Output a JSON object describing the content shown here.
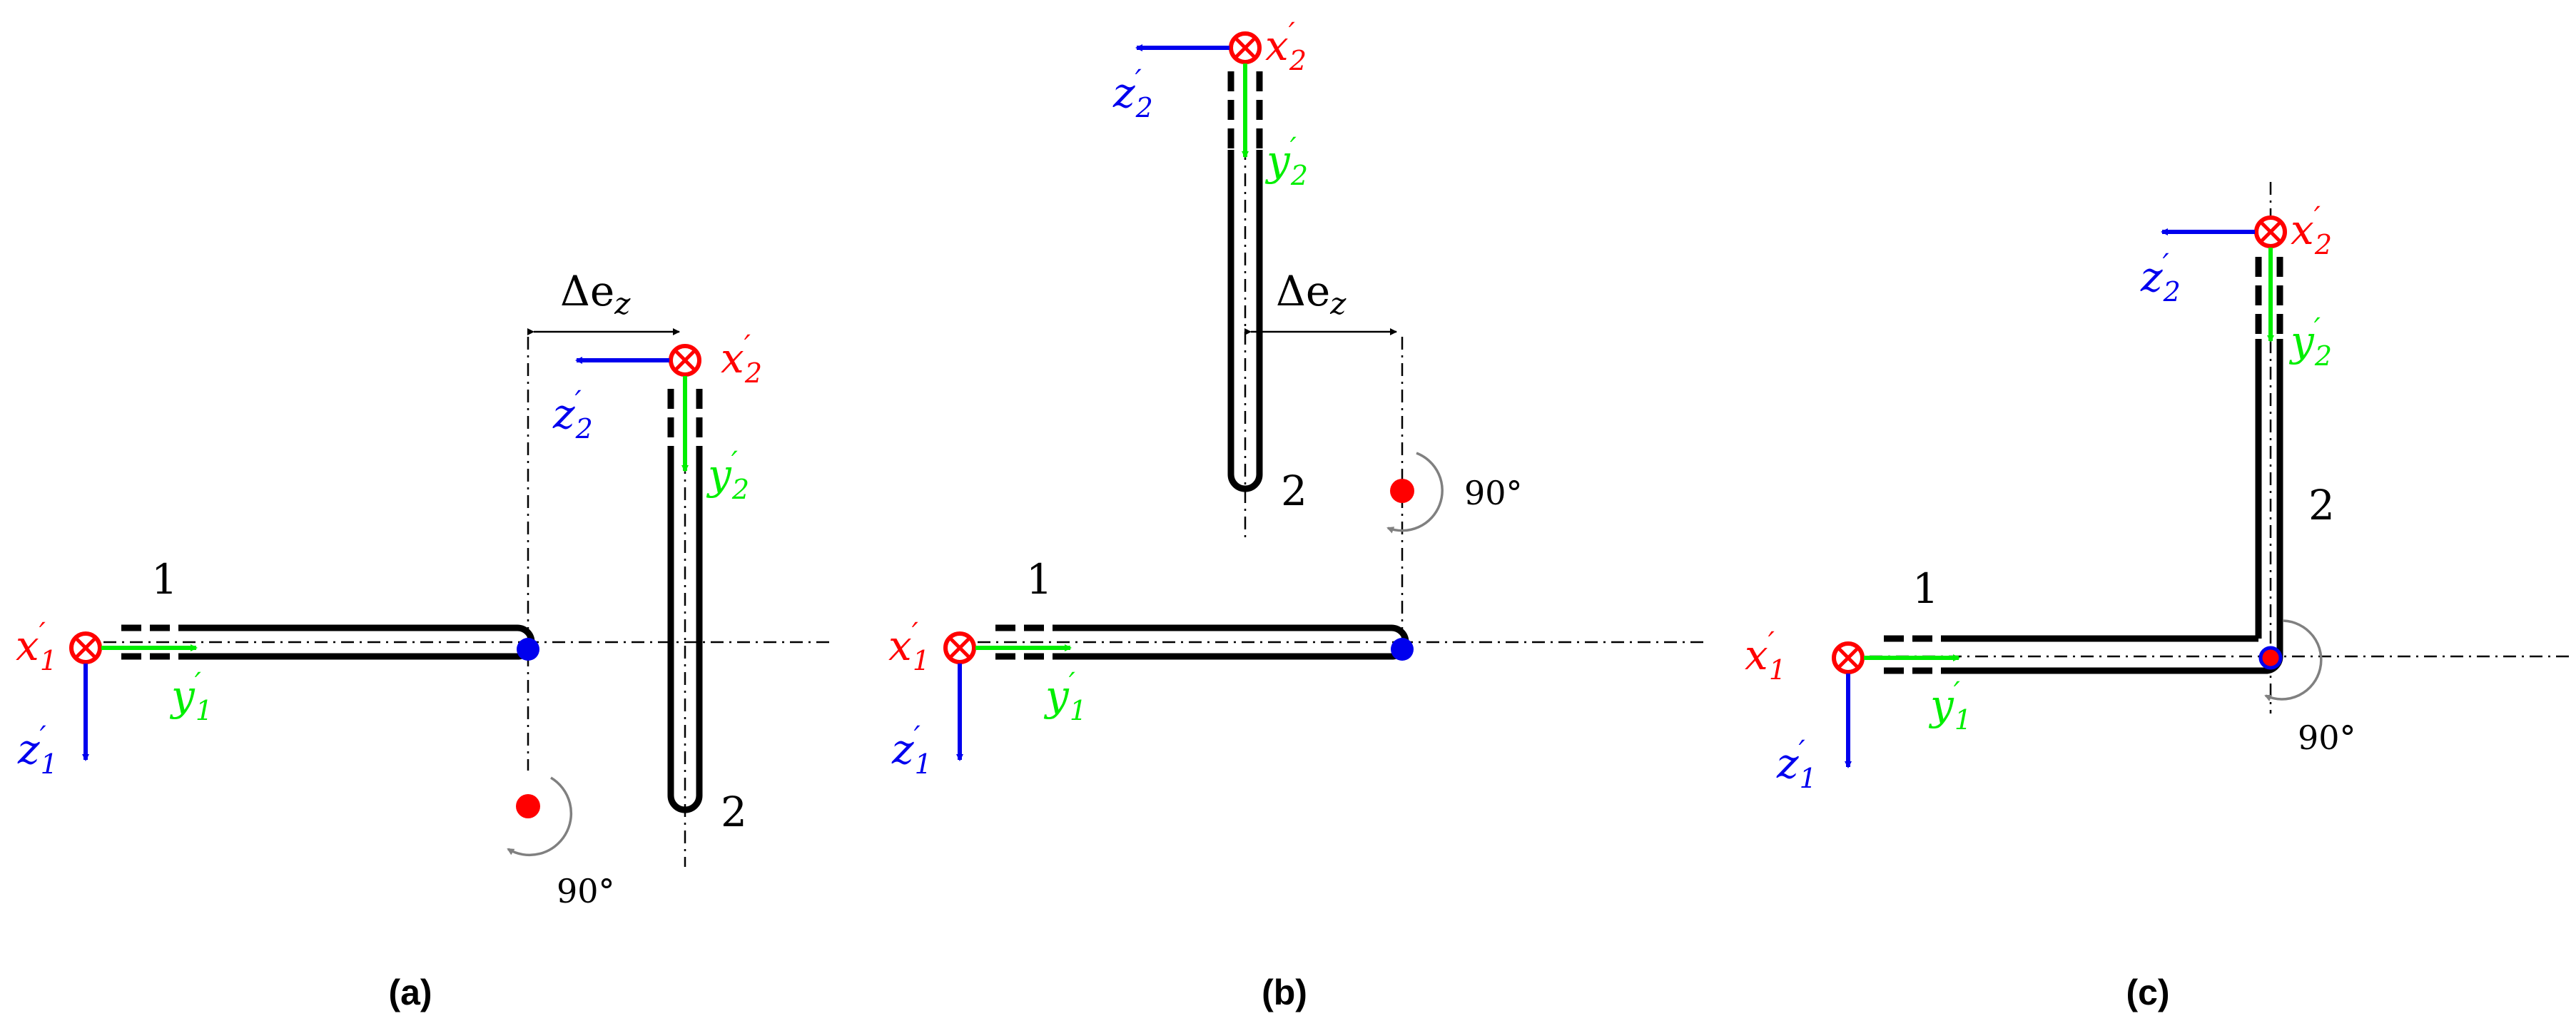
{
  "colors": {
    "x_axis": "#ff0000",
    "y_axis": "#00ee00",
    "z_axis": "#0000ee",
    "node_blue": "#0000ee",
    "node_red": "#ff0000",
    "beam": "#000000",
    "rotation_arrow": "#808080"
  },
  "panels": [
    {
      "caption": "(a)",
      "beam1_number": "1",
      "beam2_number": "2",
      "x1": "x",
      "y1": "y",
      "z1": "z",
      "x2": "x",
      "y2": "y",
      "z2": "z",
      "sub1": "1",
      "sub2": "2",
      "prime": "′",
      "offset_label": "Δe",
      "offset_sub": "z",
      "angle_label": "90°"
    },
    {
      "caption": "(b)",
      "beam1_number": "1",
      "beam2_number": "2",
      "x1": "x",
      "y1": "y",
      "z1": "z",
      "x2": "x",
      "y2": "y",
      "z2": "z",
      "sub1": "1",
      "sub2": "2",
      "prime": "′",
      "offset_label": "Δe",
      "offset_sub": "z",
      "angle_label": "90°"
    },
    {
      "caption": "(c)",
      "beam1_number": "1",
      "beam2_number": "2",
      "x1": "x",
      "y1": "y",
      "z1": "z",
      "x2": "x",
      "y2": "y",
      "z2": "z",
      "sub1": "1",
      "sub2": "2",
      "prime": "′",
      "angle_label": "90°"
    }
  ]
}
